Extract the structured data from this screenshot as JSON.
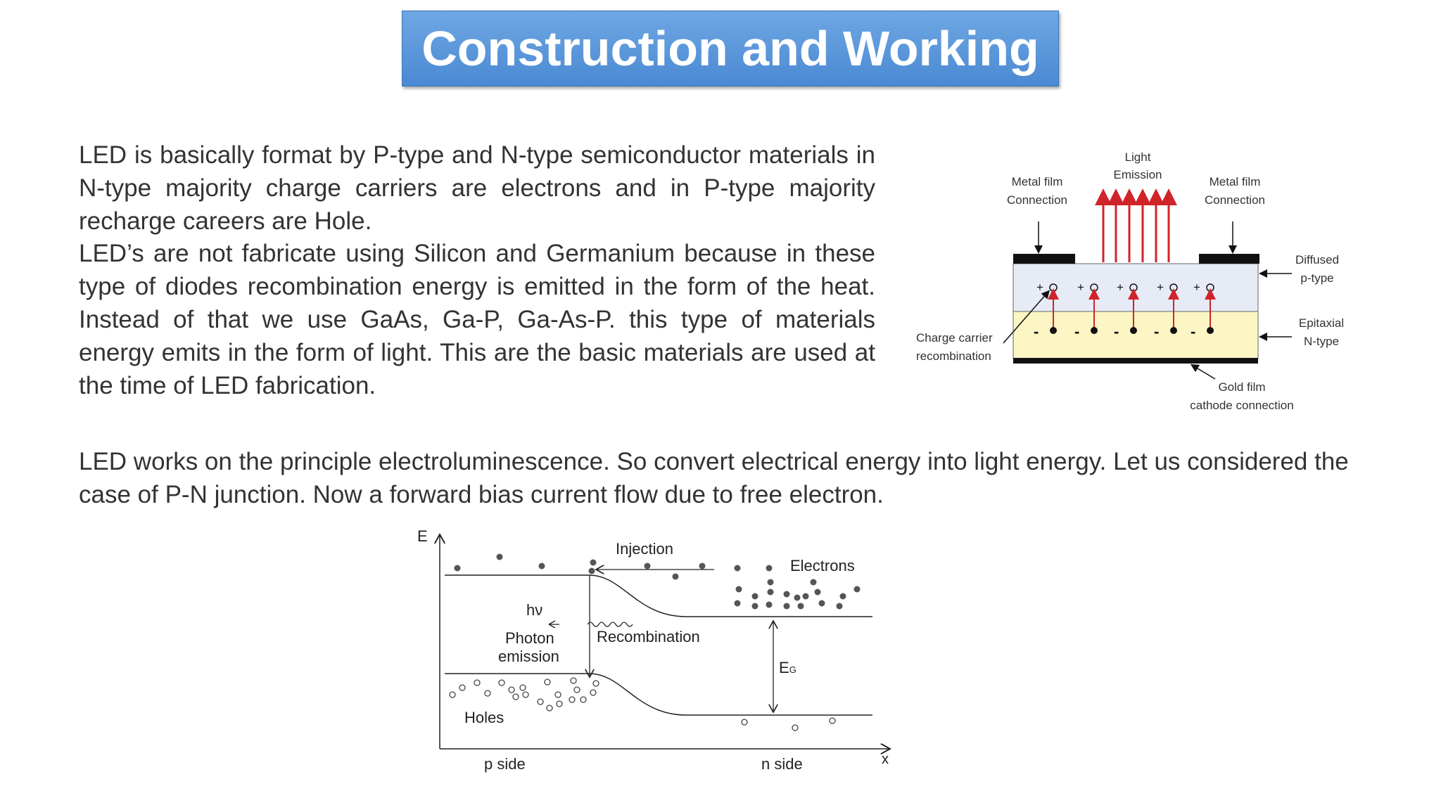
{
  "title": "Construction and Working",
  "paragraph1": [
    "LED is basically format by P-type and N-type semiconductor materials in N-type majority charge carriers are electrons and in P-type majority recharge careers are Hole.",
    "LED’s are not fabricate using Silicon and Germanium because in these type of diodes recombination energy is emitted in the form of the heat. Instead of that we use GaAs, Ga-P, Ga-As-P. this type of materials energy emits in the form of light. This are the basic materials are used at the time of LED fabrication."
  ],
  "paragraph2": "LED works  on the principle electroluminescence. So convert electrical energy into light energy. Let us considered the case of P-N junction. Now a forward bias current flow due to free electron.",
  "led_structure": {
    "light_label_1": "Light",
    "light_label_2": "Emission",
    "metal_left_1": "Metal film",
    "metal_left_2": "Connection",
    "metal_right_1": "Metal film",
    "metal_right_2": "Connection",
    "diffused_1": "Diffused",
    "diffused_2": "p-type",
    "epitaxial_1": "Epitaxial",
    "epitaxial_2": "N-type",
    "charge_1": "Charge carrier",
    "charge_2": "recombination",
    "gold_1": "Gold film",
    "gold_2": "cathode connection",
    "plus": "+",
    "minus": "-",
    "colors": {
      "p_layer": "#e6ebf5",
      "n_layer": "#fbf6c4",
      "arrow": "#d1232a"
    }
  },
  "band_diagram": {
    "e_axis": "E",
    "x_axis": "x",
    "injection": "Injection",
    "electrons": "Electrons",
    "hv": "hν",
    "photon_1": "Photon",
    "photon_2": "emission",
    "recombination": "Recombination",
    "eg_main": "E",
    "eg_sub": "G",
    "holes": "Holes",
    "p_side": "p side",
    "n_side": "n side"
  }
}
